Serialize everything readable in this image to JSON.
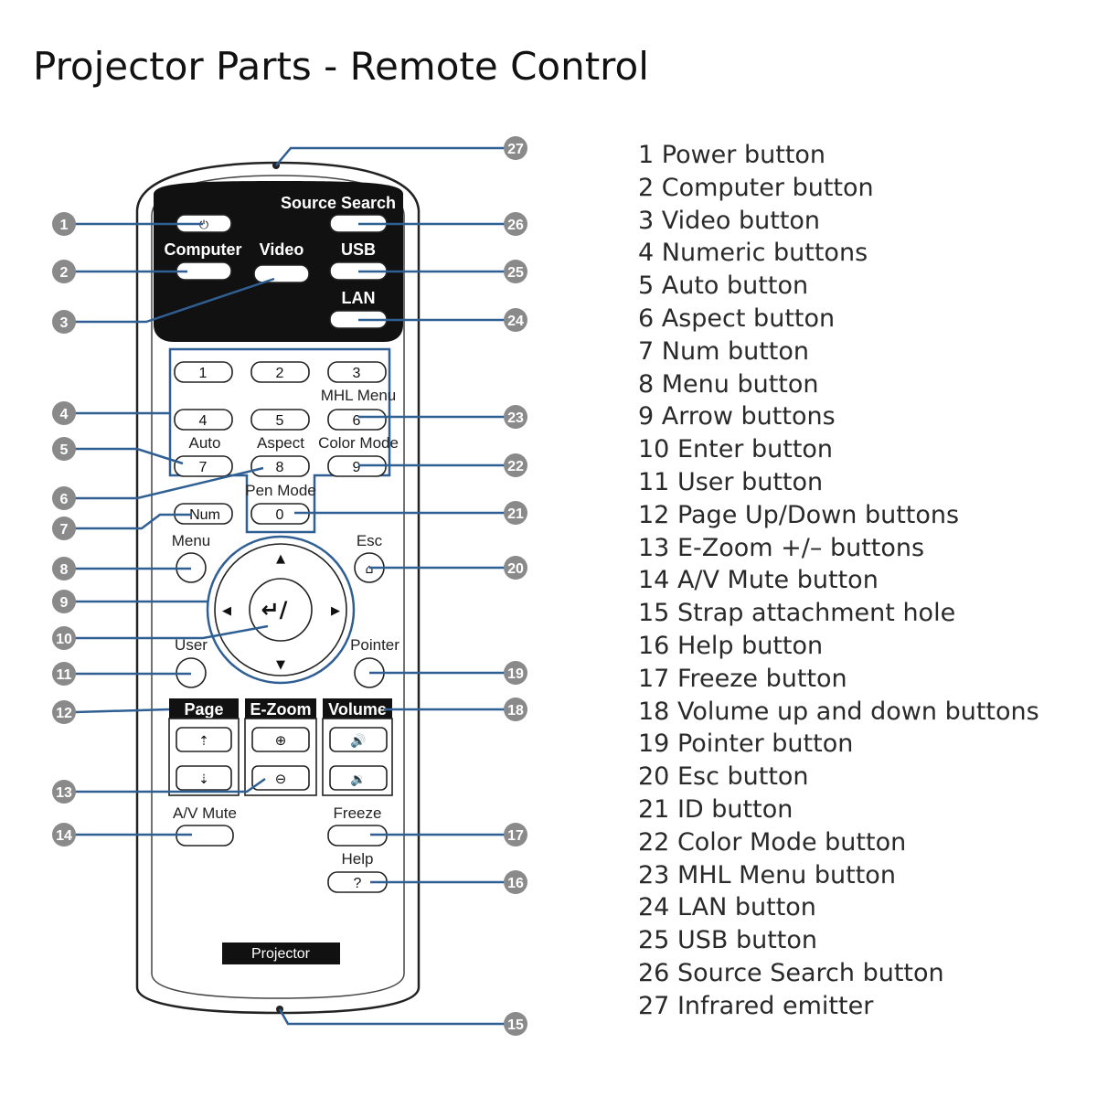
{
  "title": "Projector Parts - Remote Control",
  "parts": [
    "1 Power button",
    "2 Computer button",
    "3 Video button",
    "4 Numeric buttons",
    "5 Auto button",
    "6 Aspect button",
    "7 Num button",
    "8 Menu button",
    "9 Arrow buttons",
    "10 Enter button",
    "11 User button",
    "12 Page Up/Down buttons",
    "13 E-Zoom +/– buttons",
    "14 A/V Mute button",
    "15 Strap attachment hole",
    "16 Help button",
    "17 Freeze button",
    "18 Volume up and down buttons",
    "19 Pointer button",
    "20 Esc button",
    "21 ID button",
    "22 Color Mode button",
    "23 MHL Menu button",
    "24 LAN button",
    "25 USB button",
    "26 Source Search button",
    "27 Infrared emitter"
  ],
  "remote": {
    "source_search": "Source Search",
    "computer": "Computer",
    "video": "Video",
    "usb": "USB",
    "lan": "LAN",
    "num_keys": [
      "1",
      "2",
      "3",
      "4",
      "5",
      "6",
      "7",
      "8",
      "9",
      "0"
    ],
    "mhl_menu": "MHL Menu",
    "auto": "Auto",
    "aspect": "Aspect",
    "color_mode": "Color Mode",
    "pen_mode": "Pen Mode",
    "num": "Num",
    "menu": "Menu",
    "esc": "Esc",
    "user": "User",
    "pointer": "Pointer",
    "page": "Page",
    "ezoom": "E-Zoom",
    "volume": "Volume",
    "av_mute": "A/V Mute",
    "freeze": "Freeze",
    "help": "Help",
    "help_key": "?",
    "projector": "Projector"
  },
  "callouts": [
    "1",
    "2",
    "3",
    "4",
    "5",
    "6",
    "7",
    "8",
    "9",
    "10",
    "11",
    "12",
    "13",
    "14",
    "15",
    "16",
    "17",
    "18",
    "19",
    "20",
    "21",
    "22",
    "23",
    "24",
    "25",
    "26",
    "27"
  ],
  "colors": {
    "leader_line": "#2f5f93",
    "callout_circle": "#8a8a8a",
    "panel": "#111111"
  }
}
